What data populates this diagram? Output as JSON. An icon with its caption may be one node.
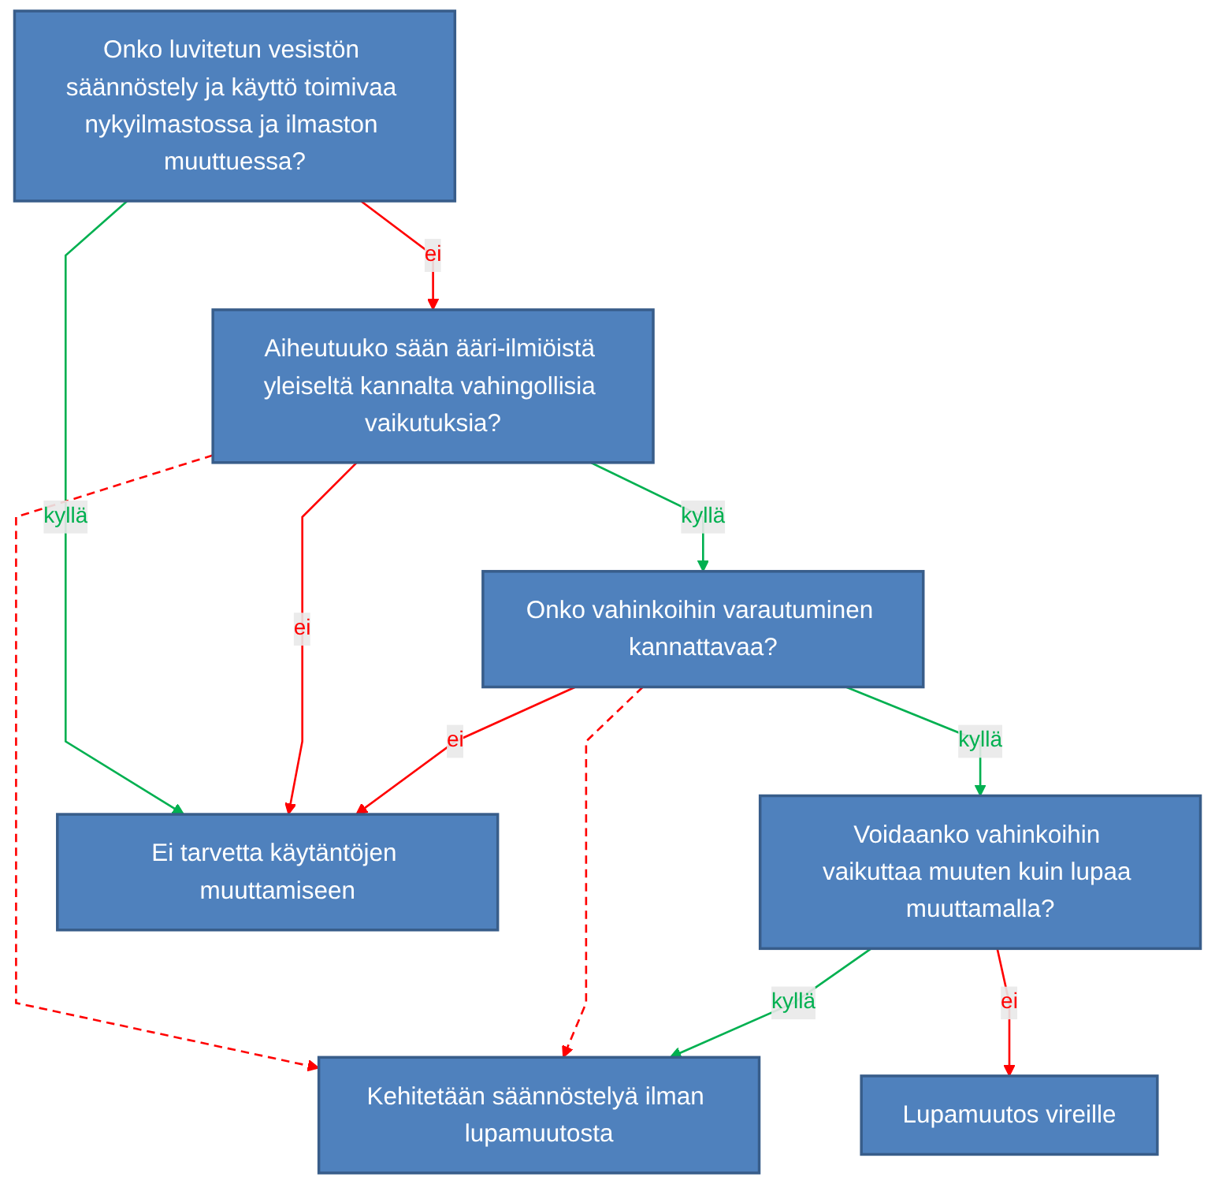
{
  "diagram": {
    "nodes": [
      {
        "text": [
          "Onko luvitetun vesistön säännöstely ja käyttö toimivaa nykyilmastossa ja ilmaston muuttuessa?"
        ]
      },
      {
        "text": [
          "Aiheutuuko sään ääri-ilmiöistä yleiseltä kannalta vahingollisia vaikutuksia?"
        ]
      },
      {
        "text": [
          "Onko vahinkoihin varautuminen kannattavaa?"
        ]
      },
      {
        "text": [
          "Voidaanko vahinkoihin vaikuttaa muuten kuin lupaa muuttamalla?"
        ]
      },
      {
        "text": [
          "Ei tarvetta käytäntöjen muuttamiseen"
        ]
      },
      {
        "text": [
          "Kehitetään säännöstelyä ilman lupamuutosta"
        ]
      },
      {
        "text": [
          "Lupamuutos vireille"
        ]
      }
    ],
    "edges": [
      {
        "from": 0,
        "to": 4,
        "arrow": "to",
        "label": "kyllä",
        "color": "#00b050"
      },
      {
        "from": 0,
        "to": 1,
        "arrow": "to",
        "label": "ei"
      },
      {
        "from": 1,
        "to": 4,
        "arrow": "to",
        "label": "ei"
      },
      {
        "from": 1,
        "to": 5,
        "arrow": "to",
        "style": "dashed"
      },
      {
        "from": 1,
        "to": 2,
        "arrow": "to",
        "label": "kyllä",
        "color": "#00b050"
      },
      {
        "from": 2,
        "to": 4,
        "arrow": "to",
        "label": "ei"
      },
      {
        "from": 2,
        "to": 5,
        "arrow": "to",
        "style": "dashed"
      },
      {
        "from": 2,
        "to": 3,
        "arrow": "to",
        "label": "kyllä",
        "color": "#00b050"
      },
      {
        "from": 3,
        "to": 5,
        "arrow": "to",
        "label": "kyllä",
        "color": "#00b050"
      },
      {
        "from": 3,
        "to": 6,
        "arrow": "to",
        "label": "ei"
      }
    ]
  }
}
